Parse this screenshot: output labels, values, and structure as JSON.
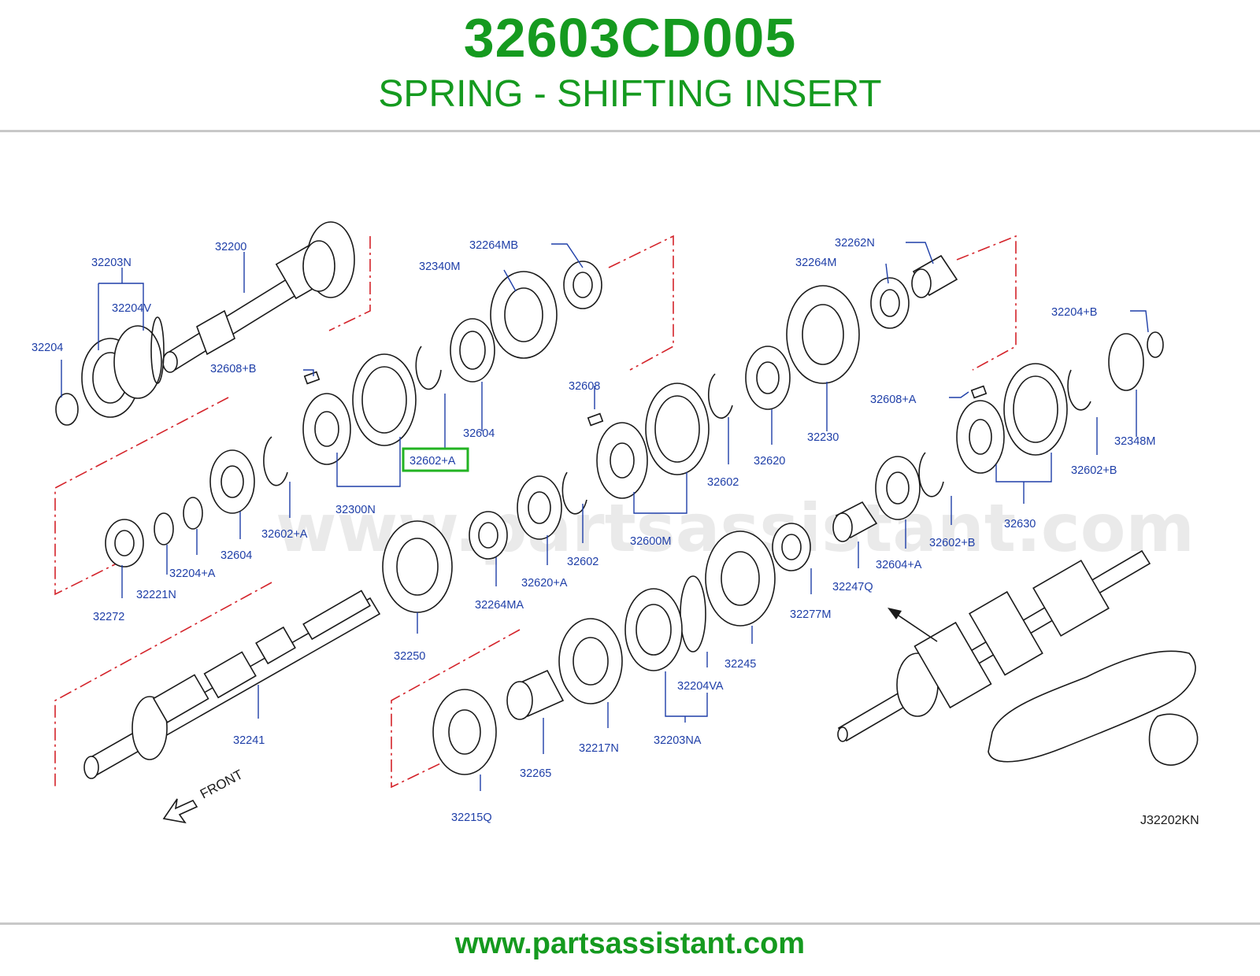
{
  "header": {
    "part_number": "32603CD005",
    "part_name": "SPRING - SHIFTING INSERT"
  },
  "diagram": {
    "watermark": "www.partsassistant.com",
    "drawing_code": "J32202KN",
    "front_label": "FRONT",
    "highlighted_label": "32602+A",
    "highlight_color": "#22b322",
    "label_color": "#1f3fa8",
    "dashline_color": "#d4232a",
    "labels": {
      "l32200": "32200",
      "l32203N": "32203N",
      "l32204V": "32204V",
      "l32204": "32204",
      "l32608B": "32608+B",
      "l32340M": "32340M",
      "l32264MB": "32264MB",
      "l32604a": "32604",
      "l32602A_hl": "32602+A",
      "l32300N": "32300N",
      "l32602A_b": "32602+A",
      "l32604b": "32604",
      "l32204A": "32204+A",
      "l32221N": "32221N",
      "l32272": "32272",
      "l32608": "32608",
      "l32262N": "32262N",
      "l32264M": "32264M",
      "l32230": "32230",
      "l32620": "32620",
      "l32602a": "32602",
      "l32600M": "32600M",
      "l32602b": "32602",
      "l32620A": "32620+A",
      "l32264MA": "32264MA",
      "l32250": "32250",
      "l32241": "32241",
      "l32204B": "32204+B",
      "l32608A": "32608+A",
      "l32348M": "32348M",
      "l32602B_a": "32602+B",
      "l32630": "32630",
      "l32602B_b": "32602+B",
      "l32604A": "32604+A",
      "l32247Q": "32247Q",
      "l32277M": "32277M",
      "l32245": "32245",
      "l32204VA": "32204VA",
      "l32203NA": "32203NA",
      "l32217N": "32217N",
      "l32265": "32265",
      "l32215Q": "32215Q"
    }
  },
  "footer": {
    "url": "www.partsassistant.com"
  }
}
